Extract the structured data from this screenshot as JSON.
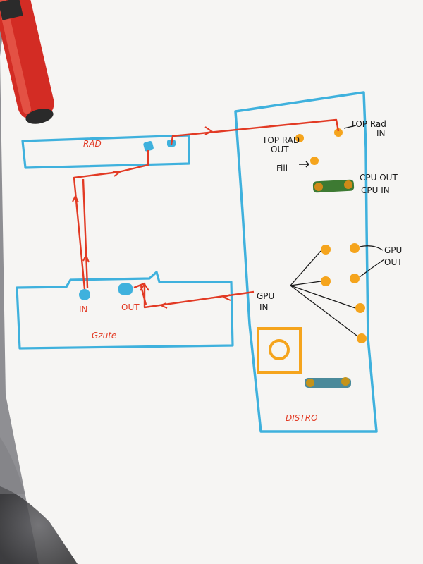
{
  "labels": {
    "rad": "RAD",
    "gzute": "Gzute",
    "distro": "DISTRO",
    "rad_in": "IN",
    "rad_out": "OUT",
    "top_rad_out_1": "TOP RAD",
    "top_rad_out_2": "OUT",
    "top_rad_in_1": "TOP Rad",
    "top_rad_in_2": "IN",
    "fill": "Fill",
    "cpu_out": "CPU OUT",
    "cpu_in": "CPU IN",
    "gpu_out_1": "GPU",
    "gpu_out_2": "OUT",
    "gpu_in_1": "GPU",
    "gpu_in_2": "IN"
  },
  "colors": {
    "paper": "#f7f6f4",
    "cyan": "#3fb1dd",
    "red": "#e23a24",
    "orange": "#f5a41c",
    "green": "#4b7a2a",
    "ink": "#1a1a1a",
    "marker_red": "#d8322a",
    "marker_dark": "#2a2a2a"
  }
}
